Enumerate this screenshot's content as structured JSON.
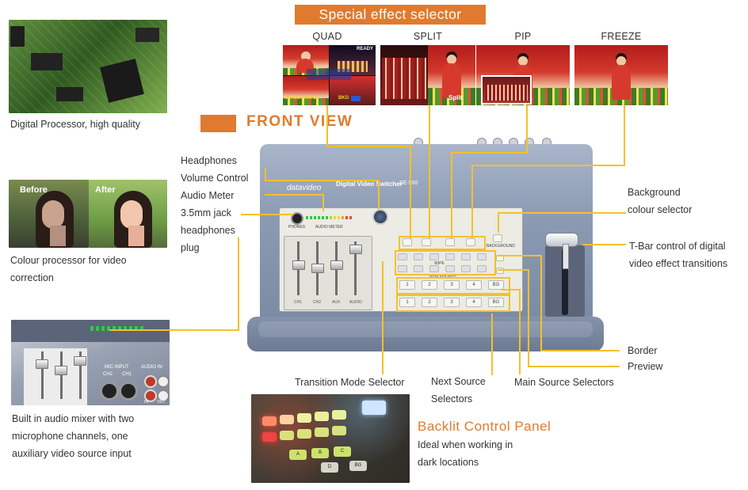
{
  "header": {
    "banner": "Special effect selector",
    "front_view": "FRONT VIEW"
  },
  "effects": [
    {
      "label": "QUAD",
      "overlay_top": "READY",
      "overlay_bottom": "EFFECT WIPE",
      "overlay_sbg": "BKG"
    },
    {
      "label": "SPLIT"
    },
    {
      "label": "PIP"
    },
    {
      "label": "FREEZE"
    }
  ],
  "split_overlay": "Split",
  "features": {
    "processor": "Digital Processor, high quality",
    "colour_line1": "Colour processor for video",
    "colour_line2": "correction",
    "before": "Before",
    "after": "After",
    "mixer_line1": "Built in audio mixer with two",
    "mixer_line2": "microphone channels, one",
    "mixer_line3": "auxiliary video source input",
    "mixer_labels": {
      "mic": "MIC INPUT",
      "ch2": "CH2",
      "ch1": "CH1",
      "audio": "AUDIO IN",
      "in": "IN",
      "out": "OUT"
    }
  },
  "device": {
    "brand": "datavideo",
    "model": "Digital Video Switcher",
    "model_num": "SE-500",
    "audio_meter": "AUDIO METER",
    "headphones": "PHONES",
    "fader_labels": [
      "CH1",
      "CH2",
      "AUX",
      "AUDIO"
    ],
    "pgm_label": "PGM SOURCE",
    "pvw_label": "PVW SOURCE",
    "wipe_label": "WIPE",
    "bkg_label": "BACKGROUND",
    "row_top": [
      "1",
      "2",
      "3",
      "4",
      "BG"
    ],
    "row_bottom": [
      "1",
      "2",
      "3",
      "4",
      "BG"
    ]
  },
  "callouts": {
    "headphones_line1": "Headphones",
    "headphones_line2": "Volume Control",
    "audio_meter": "Audio Meter",
    "jack_line1": "3.5mm jack",
    "jack_line2": "headphones",
    "jack_line3": "plug",
    "background_line1": "Background",
    "background_line2": "colour selector",
    "tbar_line1": "T-Bar control of digital",
    "tbar_line2": "video effect transitions",
    "border": "Border",
    "preview": "Preview",
    "transition": "Transition Mode Selector",
    "next_line1": "Next Source",
    "next_line2": "Selectors",
    "main_source": "Main Source Selectors"
  },
  "backlit": {
    "title": "Backlit Control Panel",
    "line1": "Ideal when working in",
    "line2": "dark locations",
    "keys": [
      "A",
      "B",
      "C",
      "D",
      "BG"
    ]
  },
  "colors": {
    "accent": "#e07a2e",
    "callout": "#f3c12b",
    "device_body": "#8f9fb8"
  }
}
